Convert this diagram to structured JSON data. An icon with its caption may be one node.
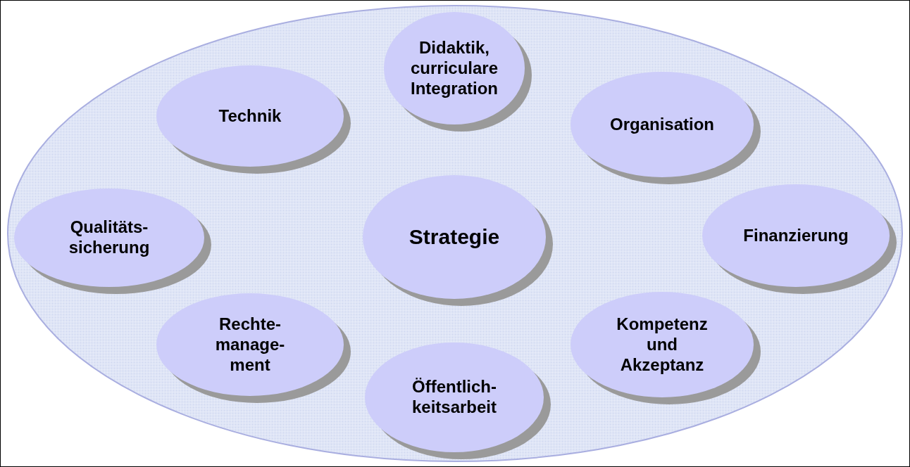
{
  "diagram": {
    "nodes": [
      {
        "text": [],
        "shape": "ellipse"
      },
      {
        "text": [
          "Didaktik, curriculare Integration"
        ],
        "in": 0
      },
      {
        "text": [
          "Technik"
        ],
        "in": 0
      },
      {
        "text": [
          "Organisation"
        ],
        "in": 0
      },
      {
        "text": [
          "Qualitäts- sicherung"
        ],
        "in": 0
      },
      {
        "text": [
          "Strategie"
        ],
        "in": 0
      },
      {
        "text": [
          "Finanzierung"
        ],
        "in": 0
      },
      {
        "text": [
          "Rechte- manage- ment"
        ],
        "in": 0
      },
      {
        "text": [
          "Kompetenz und Akzeptanz"
        ],
        "in": 0
      },
      {
        "text": [
          "Öffentlich- keitsarbeit"
        ],
        "in": 0
      }
    ],
    "edges": []
  }
}
